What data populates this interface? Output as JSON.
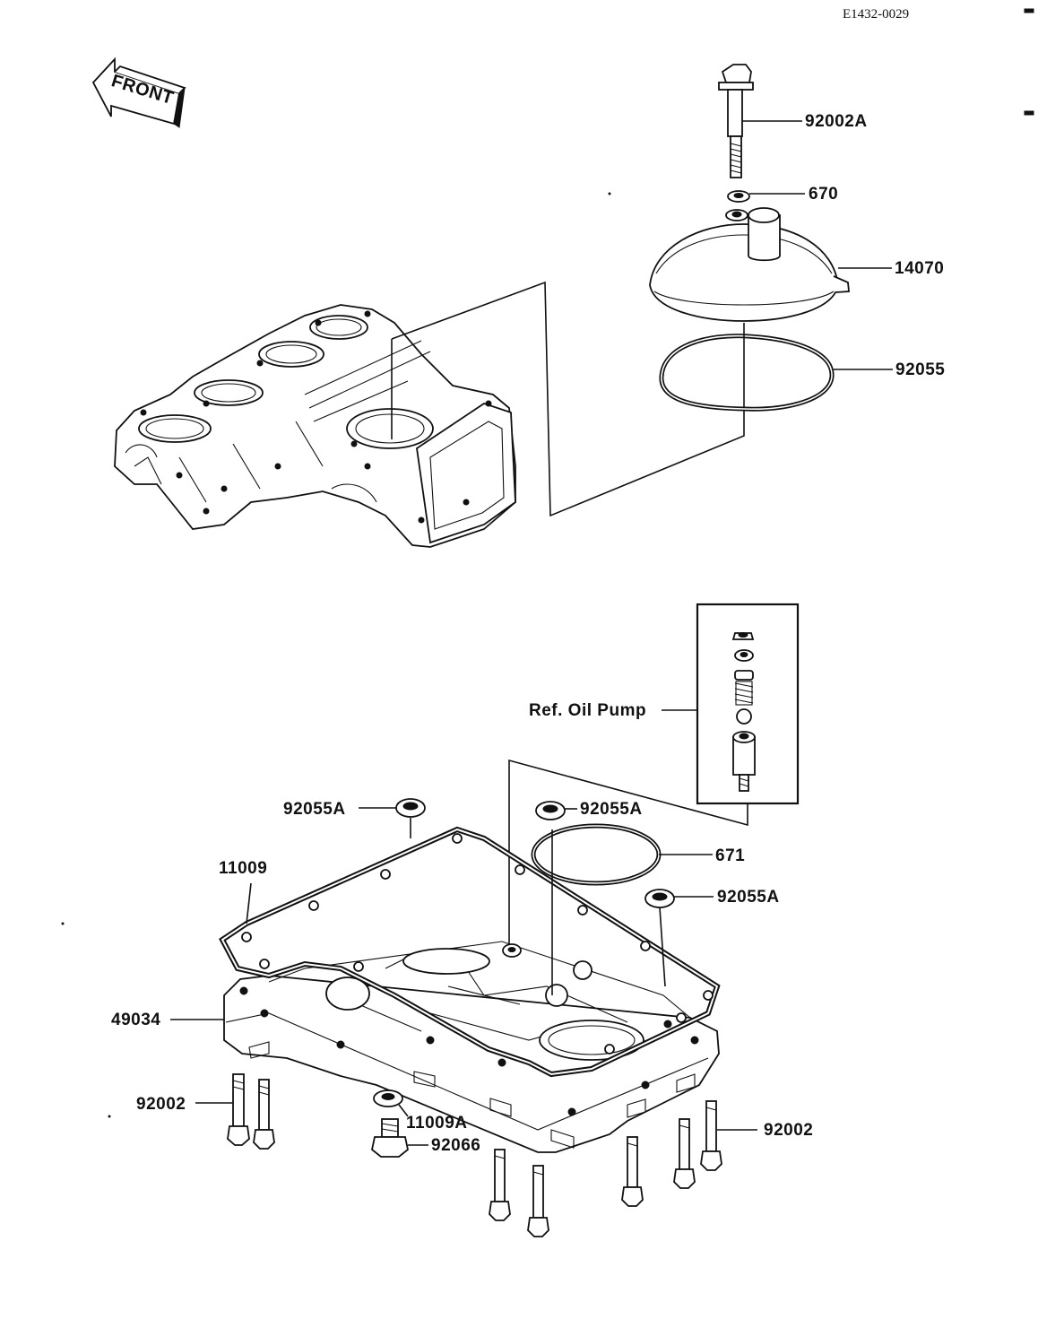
{
  "diagram": {
    "doc_code": "E1432-0029",
    "front_label": "FRONT",
    "labels": {
      "p92002A": "92002A",
      "p670": "670",
      "p14070": "14070",
      "p92055": "92055",
      "ref_oil_pump": "Ref.  Oil Pump",
      "p92055A_left": "92055A",
      "p92055A_mid": "92055A",
      "p671": "671",
      "p92055A_right": "92055A",
      "p11009": "11009",
      "p49034": "49034",
      "p92002_left": "92002",
      "p11009A": "11009A",
      "p92066": "92066",
      "p92002_right": "92002"
    }
  }
}
